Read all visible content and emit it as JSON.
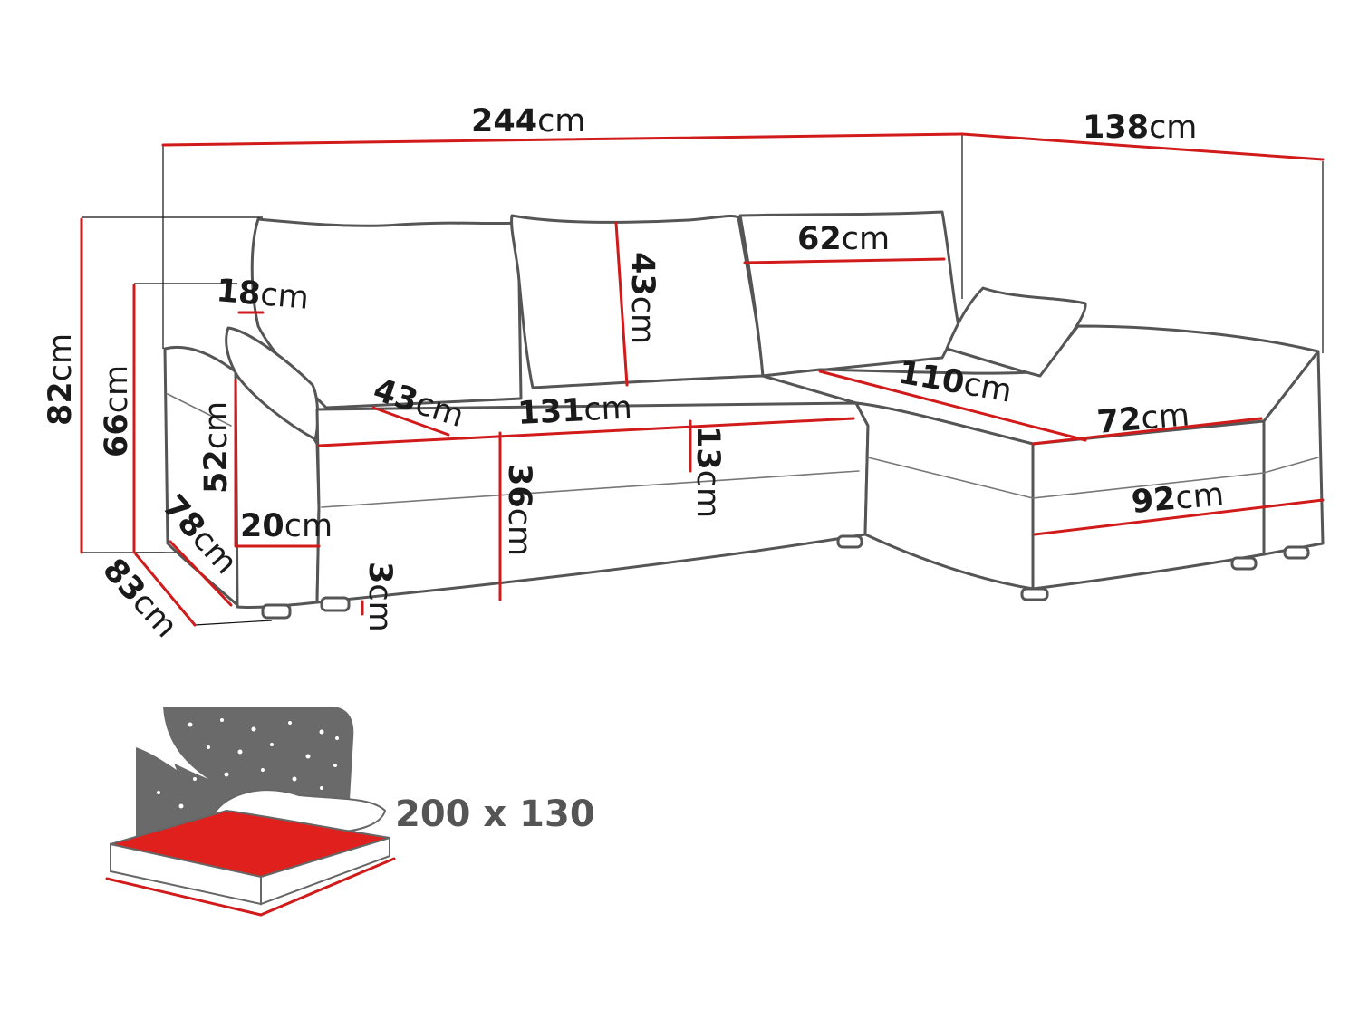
{
  "dimensions": {
    "total_width": {
      "value": "244",
      "unit": "cm"
    },
    "chaise_width": {
      "value": "138",
      "unit": "cm"
    },
    "total_height": {
      "value": "82",
      "unit": "cm"
    },
    "armrest_height": {
      "value": "66",
      "unit": "cm"
    },
    "armrest_width": {
      "value": "18",
      "unit": "cm"
    },
    "backrest_height": {
      "value": "43",
      "unit": "cm"
    },
    "backrest_depth": {
      "value": "62",
      "unit": "cm"
    },
    "seat_depth_left": {
      "value": "43",
      "unit": "cm"
    },
    "seat_width": {
      "value": "131",
      "unit": "cm"
    },
    "cushion_thickness": {
      "value": "13",
      "unit": "cm"
    },
    "seat_height": {
      "value": "36",
      "unit": "cm"
    },
    "leg_height": {
      "value": "3",
      "unit": "cm"
    },
    "side_height": {
      "value": "52",
      "unit": "cm"
    },
    "side_width": {
      "value": "20",
      "unit": "cm"
    },
    "inner_depth": {
      "value": "78",
      "unit": "cm"
    },
    "total_depth": {
      "value": "83",
      "unit": "cm"
    },
    "chaise_length": {
      "value": "110",
      "unit": "cm"
    },
    "chaise_seat_width": {
      "value": "72",
      "unit": "cm"
    },
    "chaise_front_width": {
      "value": "92",
      "unit": "cm"
    }
  },
  "sleeping_area": {
    "label": "200 x 130"
  },
  "colors": {
    "accent": "#d11a1a",
    "outline": "#555555",
    "bed_backdrop": "#6a6a6a",
    "text": "#1a1a1a"
  }
}
